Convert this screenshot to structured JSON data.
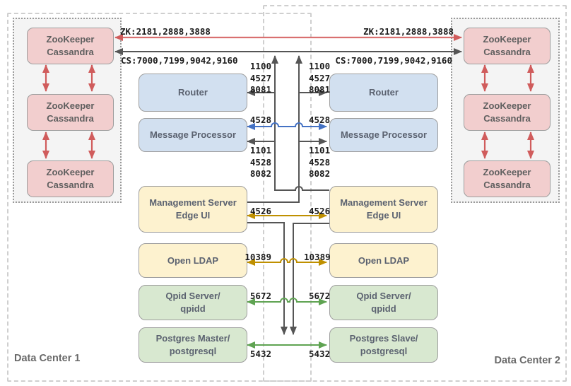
{
  "diagram": {
    "data_center_1": {
      "label": "Data Center 1"
    },
    "data_center_2": {
      "label": "Data Center 2"
    },
    "links": {
      "zk_label": "ZK:2181,2888,3888",
      "cs_label": "CS:7000,7199,9042,9160"
    },
    "boxes": {
      "zookeeper_cassandra": {
        "line1": "ZooKeeper",
        "line2": "Cassandra"
      },
      "router": {
        "label": "Router"
      },
      "message_processor": {
        "label": "Message Processor"
      },
      "management_server": {
        "line1": "Management Server",
        "line2": "Edge UI"
      },
      "open_ldap": {
        "label": "Open LDAP"
      },
      "qpid": {
        "line1": "Qpid Server/",
        "line2": "qpidd"
      },
      "postgres_master": {
        "line1": "Postgres Master/",
        "line2": "postgresql"
      },
      "postgres_slave": {
        "line1": "Postgres Slave/",
        "line2": "postgresql"
      }
    },
    "ports": {
      "router_in": [
        "1100",
        "4527",
        "8081"
      ],
      "mp_sync": "4528",
      "mp_in": [
        "1101",
        "4528",
        "8082"
      ],
      "management": "4526",
      "ldap": "10389",
      "qpid": "5672",
      "postgres": "5432"
    },
    "colors": {
      "red_arrow": "#d05c5c",
      "dark_arrow": "#555555",
      "blue_arrow": "#4472c4",
      "gold_arrow": "#bf9000",
      "green_arrow": "#5fa352",
      "pink_box": "#f2cece",
      "blue_box": "#d2e0f0",
      "yellow_box": "#fdf2cf",
      "green_box": "#d8e8d0"
    }
  }
}
